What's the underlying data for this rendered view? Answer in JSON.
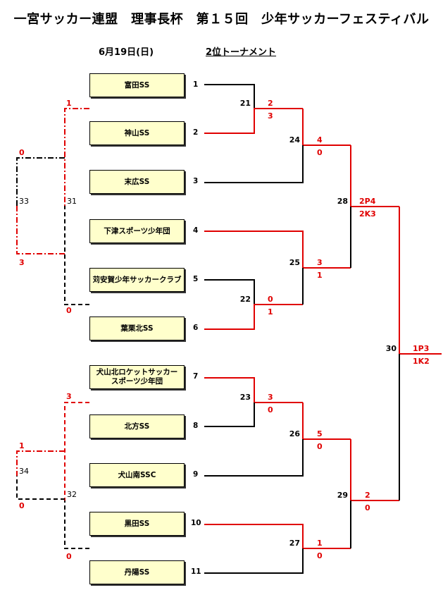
{
  "title": "一宮サッカー連盟　理事長杯　第１５回　少年サッカーフェスティバル",
  "date": "6月19日(日)",
  "subtitle": "2位トーナメント",
  "colors": {
    "winner": "#e00000",
    "normal": "#000000",
    "team_bg": "#ffffcc"
  },
  "teams": [
    {
      "seed": "1",
      "name": "富田SS"
    },
    {
      "seed": "2",
      "name": "神山SS"
    },
    {
      "seed": "3",
      "name": "末広SS"
    },
    {
      "seed": "4",
      "name": "下津スポーツ少年団"
    },
    {
      "seed": "5",
      "name": "苅安賀少年サッカークラブ"
    },
    {
      "seed": "6",
      "name": "葉栗北SS"
    },
    {
      "seed": "7",
      "name": "犬山北ロケットサッカー\nスポーツ少年団"
    },
    {
      "seed": "8",
      "name": "北方SS"
    },
    {
      "seed": "9",
      "name": "犬山南SSC"
    },
    {
      "seed": "10",
      "name": "黒田SS"
    },
    {
      "seed": "11",
      "name": "丹陽SS"
    }
  ],
  "matches": {
    "m21": {
      "no": "21",
      "top": "2",
      "bottom": "3"
    },
    "m22": {
      "no": "22",
      "top": "0",
      "bottom": "1"
    },
    "m23": {
      "no": "23",
      "top": "3",
      "bottom": "0"
    },
    "m24": {
      "no": "24",
      "top": "4",
      "bottom": "0"
    },
    "m25": {
      "no": "25",
      "top": "3",
      "bottom": "1"
    },
    "m26": {
      "no": "26",
      "top": "5",
      "bottom": "0"
    },
    "m27": {
      "no": "27",
      "top": "1",
      "bottom": "0"
    },
    "m28": {
      "no": "28",
      "top": "2P4",
      "bottom": "2K3"
    },
    "m29": {
      "no": "29",
      "top": "2",
      "bottom": "0"
    },
    "m30": {
      "no": "30",
      "top": "1P3",
      "bottom": "1K2"
    },
    "m31": {
      "no": "31",
      "top": "1",
      "bottom": "0"
    },
    "m32": {
      "no": "32",
      "top": "3",
      "bottom": "0"
    },
    "m33": {
      "no": "33",
      "top": "0",
      "bottom": "3"
    },
    "m34": {
      "no": "34",
      "top": "1",
      "bottom": "0"
    }
  }
}
